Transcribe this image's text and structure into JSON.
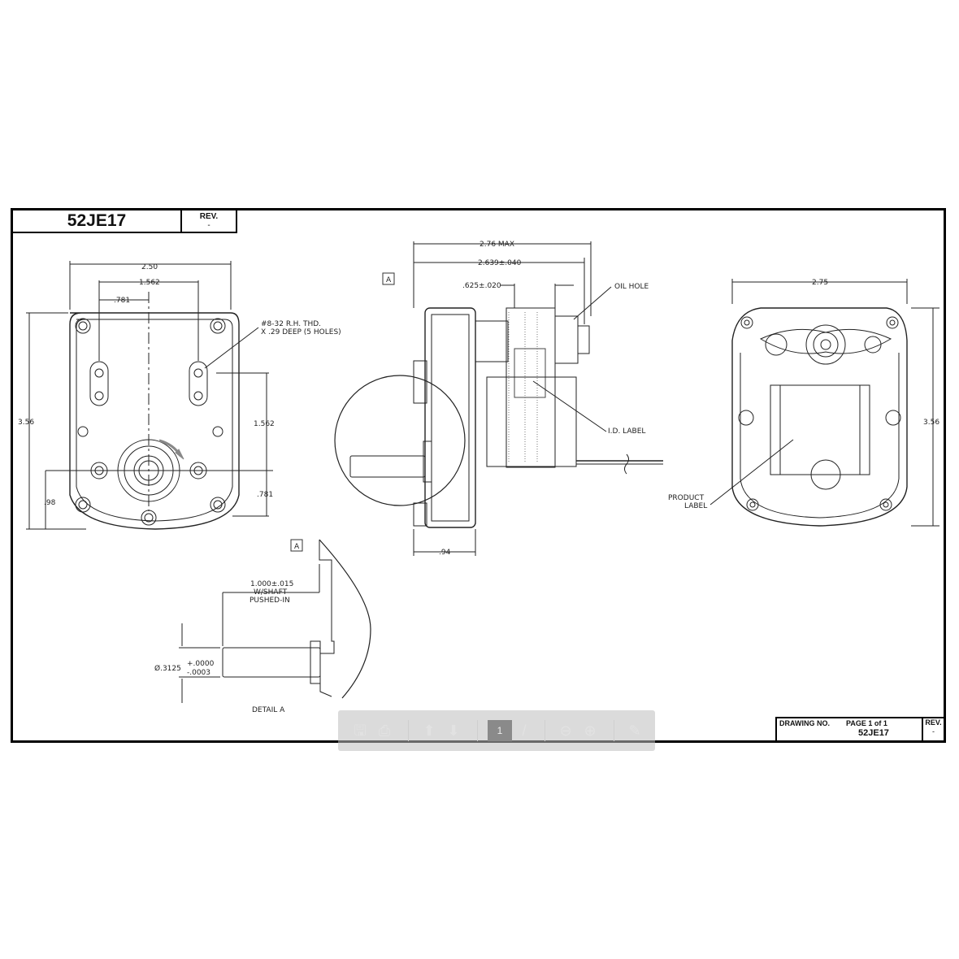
{
  "title_block": {
    "part_number": "52JE17",
    "rev_label": "REV.",
    "rev_value": "-"
  },
  "bottom_block": {
    "drawing_no_label": "DRAWING NO.",
    "page_label": "PAGE  1  of  1",
    "part_number": "52JE17",
    "rev_label": "REV.",
    "rev_value": "-"
  },
  "dims": {
    "front_width": "2.50",
    "front_hole_span": "1.562",
    "front_offset": ".781",
    "front_height": "3.56",
    "front_vert_span": "1.562",
    "front_vert_offset": ".781",
    "front_bottom": ".98",
    "thread_note_1": "#8-32 R.H. THD.",
    "thread_note_2": "X .29 DEEP (5 HOLES)",
    "side_max": "2.76 MAX",
    "side_len": "2.639±.040",
    "side_shaft": ".625±.020",
    "oil_hole": "OIL HOLE",
    "id_label": "I.D. LABEL",
    "side_depth": ".94",
    "datum": "A",
    "rear_width": "2.75",
    "rear_height": "3.56",
    "product_label_1": "PRODUCT",
    "product_label_2": "LABEL",
    "detail_len_1": "1.000±.015",
    "detail_len_2": "W/SHAFT",
    "detail_len_3": "PUSHED-IN",
    "detail_dia": "Ø.3125",
    "detail_tol_plus": "+.0000",
    "detail_tol_minus": "-.0003",
    "detail_title": "DETAIL A"
  },
  "toolbar": {
    "page_value": "1",
    "icons": [
      "save-icon",
      "print-icon",
      "page-up-icon",
      "page-down-icon",
      "zoom-out-icon",
      "zoom-in-icon",
      "sign-icon"
    ]
  }
}
